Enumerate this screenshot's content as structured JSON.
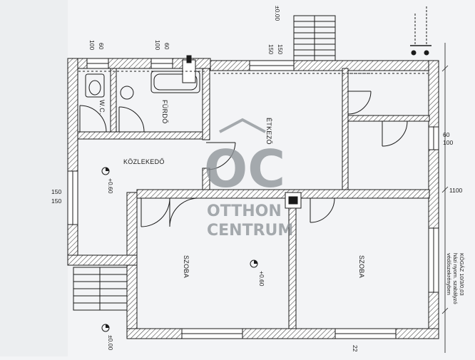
{
  "rooms": {
    "wc": "W.C.",
    "furdo": "FÜRDŐ",
    "etkezo": "ÉTKEZŐ",
    "kozlekedo": "KÖZLEKEDŐ",
    "szoba_left": "SZOBA",
    "szoba_right": "SZOBA"
  },
  "levels": {
    "top": "±0.00",
    "kozlekedo": "+0.60",
    "szoba": "+0.60",
    "bottom": "±0.00"
  },
  "dimensions": {
    "wc_win_a": "60",
    "wc_win_b": "100",
    "furdo_win_a": "60",
    "furdo_win_b": "100",
    "etkezo_win_a": "150",
    "etkezo_win_b": "150",
    "left_win_a": "150",
    "left_win_b": "150",
    "right_win_a": "60",
    "right_win_b": "100",
    "right_wall": "1100",
    "bottom_right": "22"
  },
  "notes": {
    "line1": "KÖGÁZ 10/3/0,03",
    "line2": "házi nyom. szabályzó",
    "line3": "védőszekrényben"
  },
  "watermark": {
    "logo": "OC",
    "line1": "OTTHON",
    "line2": "CENTRUM"
  },
  "colors": {
    "paper": "#f3f4f6",
    "ink": "#1b1b1b",
    "watermark": "#8f9499"
  }
}
